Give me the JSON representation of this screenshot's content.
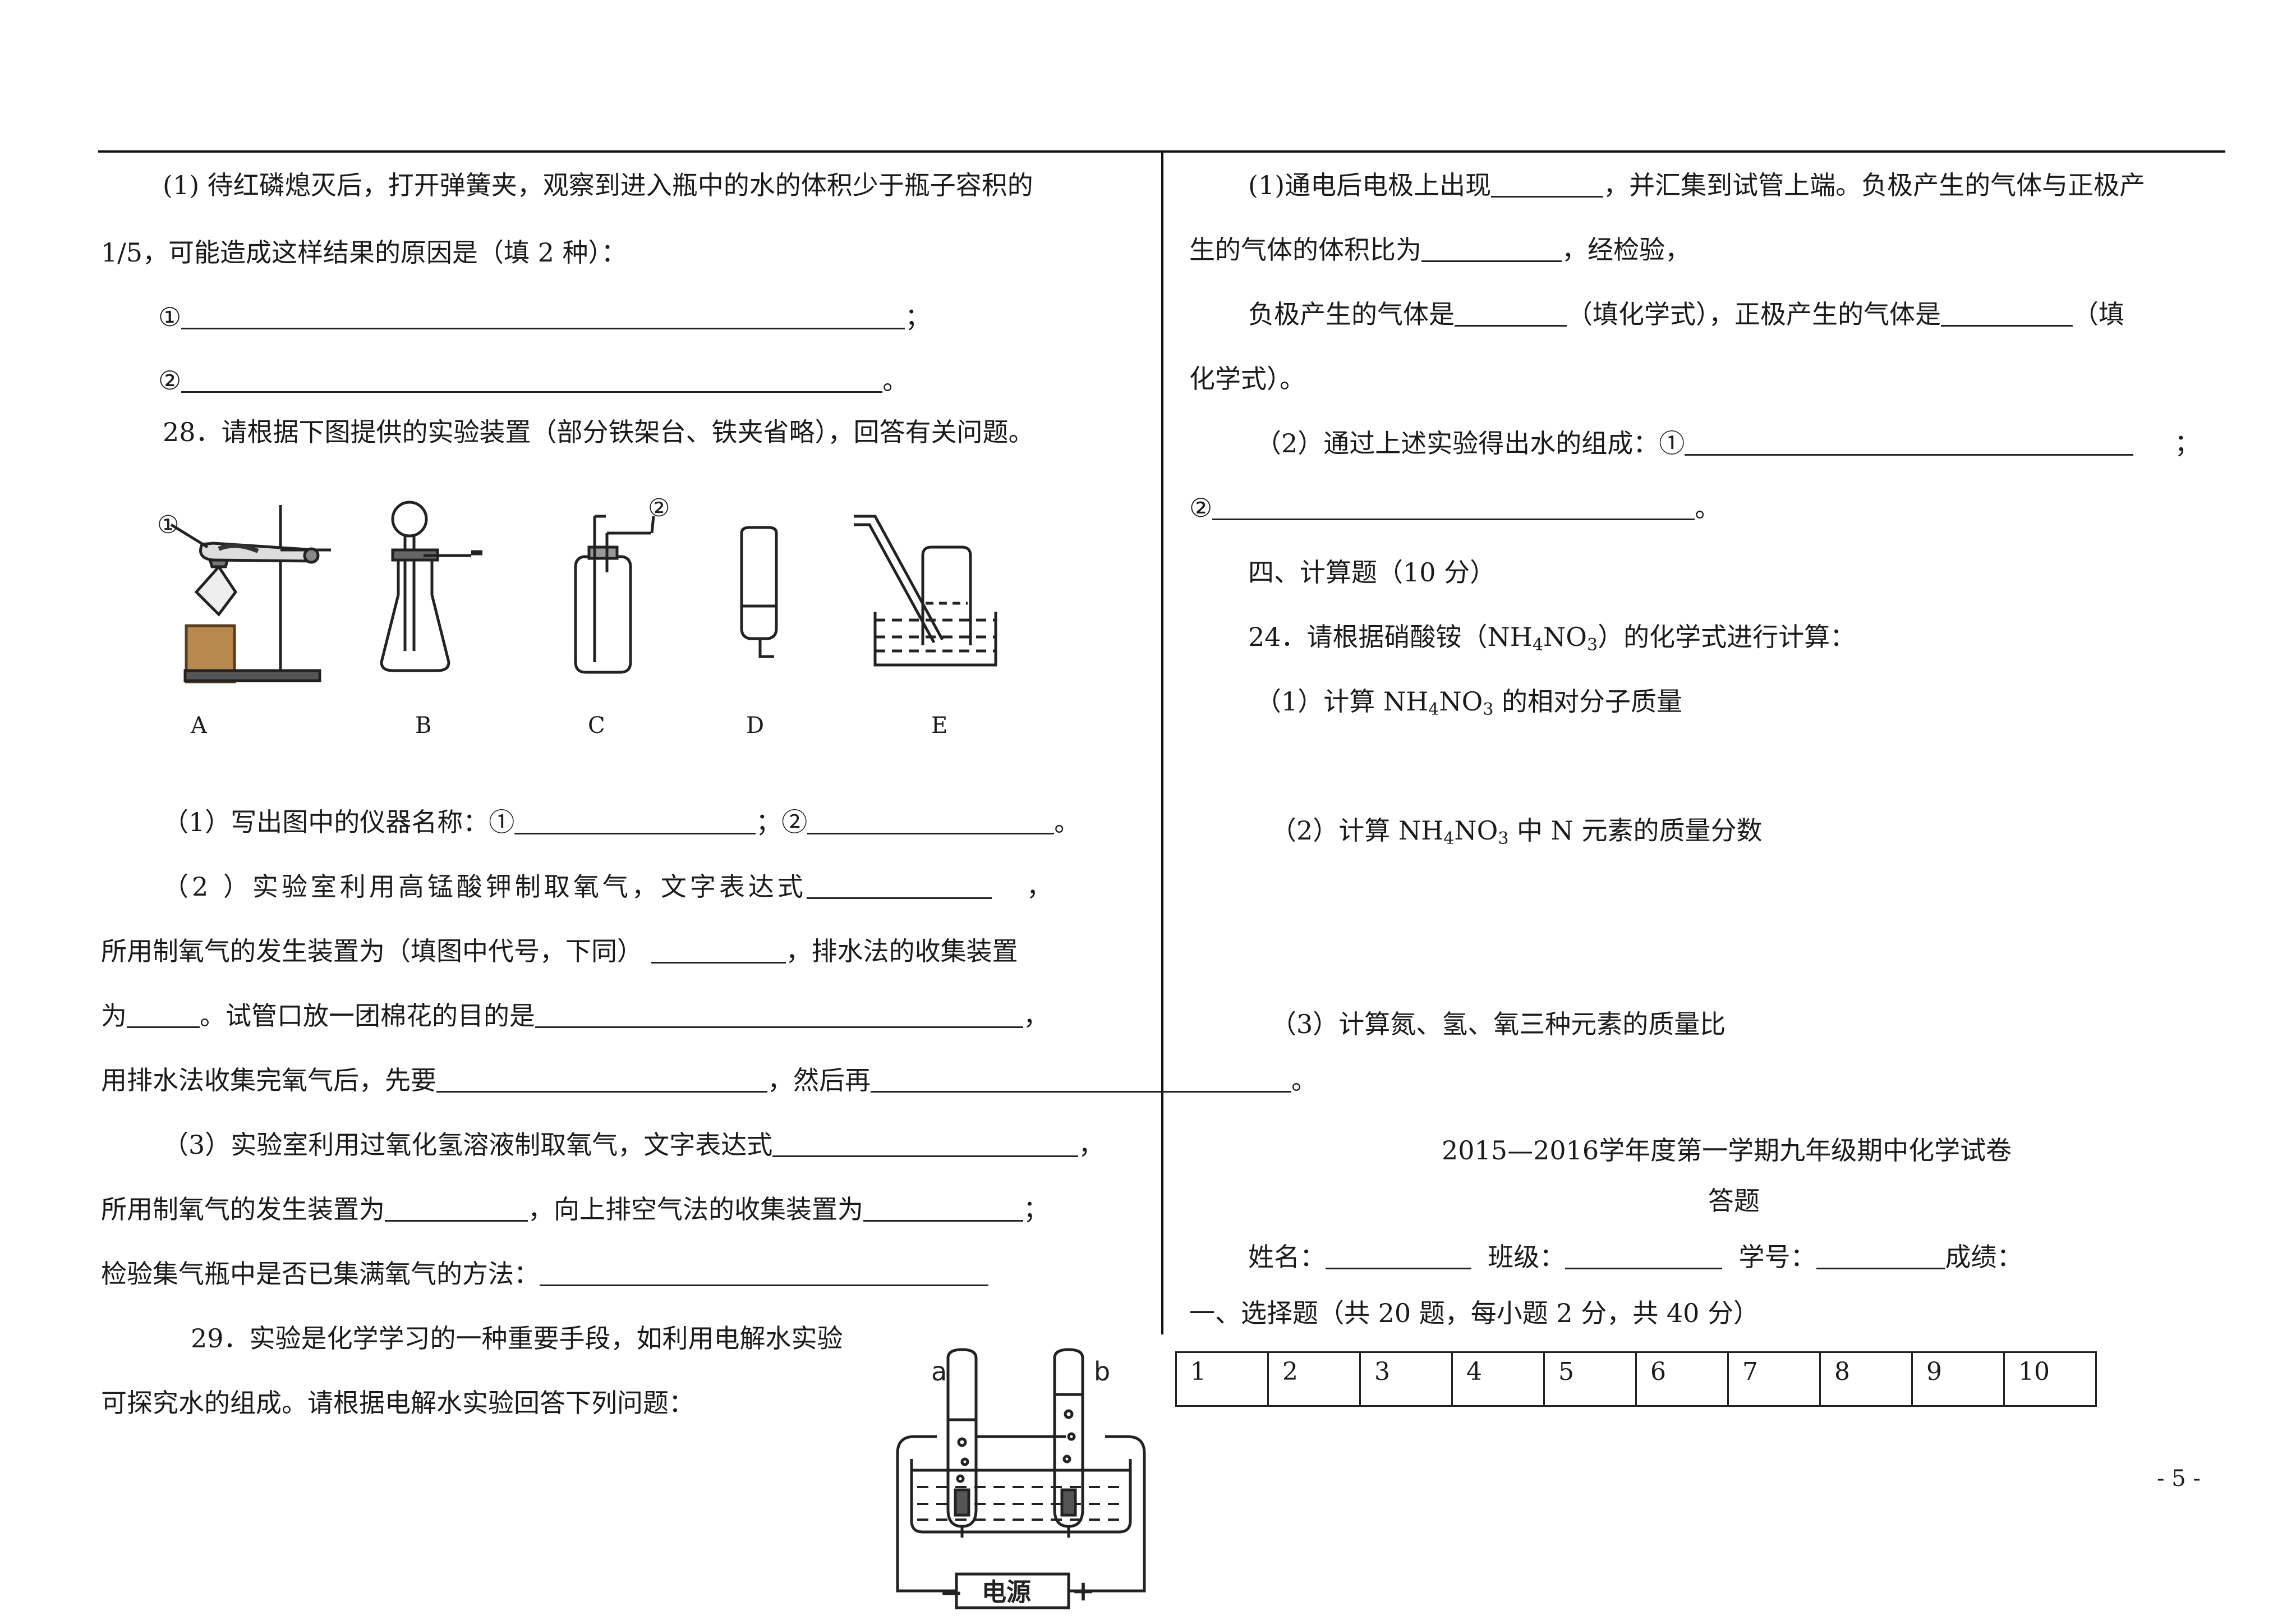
{
  "left": {
    "q27_1_a": "(1)  待红磷熄灭后，打开弹簧夹，观察到进入瓶中的水的体积少于瓶子容积的",
    "q27_1_b": "1/5，可能造成这样结果的原因是（填 2 种）：",
    "q27_r1_mark": "①",
    "q27_r1_end": "；",
    "q27_r2_mark": "②",
    "q27_r2_end": "。",
    "q28_title": "28．请根据下图提供的实验装置（部分铁架台、铁夹省略），回答有关问题。",
    "callout_1": "①",
    "callout_2": "②",
    "apparatus_labels": [
      "A",
      "B",
      "C",
      "D",
      "E"
    ],
    "q28_1_a": "（1）写出图中的仪器名称：①",
    "q28_1_b": "；②",
    "q28_1_c": "。",
    "q28_2_a": "（2 ）实验室利用高锰酸钾制取氧气，文字表达式",
    "q28_2_b": "，",
    "q28_2_c": "所用制氧气的发生装置为（填图中代号，下同）",
    "q28_2_d": "，排水法的收集装置",
    "q28_2_e": "为",
    "q28_2_f": "。试管口放一团棉花的目的是",
    "q28_2_g": "，",
    "q28_2_h": "用排水法收集完氧气后，先要",
    "q28_2_i": "，然后再",
    "q28_2_j": "。",
    "q28_3_a": "（3）实验室利用过氧化氢溶液制取氧气，文字表达式",
    "q28_3_b": "，",
    "q28_3_c": "所用制氧气的发生装置为",
    "q28_3_d": "，向上排空气法的收集装置为",
    "q28_3_e": "；",
    "q28_3_f": "检验集气瓶中是否已集满氧气的方法：",
    "q29_a": "29．实验是化学学习的一种重要手段，如利用电解水实验",
    "q29_b": "可探究水的组成。请根据电解水实验回答下列问题：",
    "electrolysis": {
      "label_a": "a",
      "label_b": "b",
      "power_label": "电源",
      "minus": "−",
      "plus": "+"
    }
  },
  "right": {
    "q29_1_a": "(1)通电后电极上出现",
    "q29_1_b": "，并汇集到试管上端。负极产生的气体与正极产",
    "q29_1_c": "生的气体的体积比为",
    "q29_1_d": "，经检验，",
    "q29_1_e": "负极产生的气体是",
    "q29_1_f": "（填化学式），正极产生的气体是",
    "q29_1_g": "（填",
    "q29_1_h": "化学式）。",
    "q29_2_a": "（2）通过上述实验得出水的组成：①",
    "q29_2_b": "；",
    "q29_2_c": "②",
    "q29_2_d": "。",
    "sec4": "四、计算题（10 分）",
    "q24_pre": "24．请根据硝酸铵（NH",
    "q24_s1": "4",
    "q24_mid": "NO",
    "q24_s2": "3",
    "q24_post": "）的化学式进行计算：",
    "q24_1_pre": "（1）计算 NH",
    "q24_1_s1": "4",
    "q24_1_mid": "NO",
    "q24_1_s2": "3",
    "q24_1_post": " 的相对分子质量",
    "q24_2_pre": "（2）计算 NH",
    "q24_2_s1": "4",
    "q24_2_mid": "NO",
    "q24_2_s2": "3",
    "q24_2_post": " 中 N 元素的质量分数",
    "q24_3": "（3）计算氮、氢、氧三种元素的质量比",
    "exam_title": "2015—2016学年度第一学期九年级期中化学试卷",
    "answer_title": "答题",
    "name_label": "姓名：",
    "class_label": "班级：",
    "id_label": "学号：",
    "score_label": "成绩：",
    "sec1": "一、选择题（共 20 题，每小题 2 分，共 40 分）",
    "answer_numbers": [
      "1",
      "2",
      "3",
      "4",
      "5",
      "6",
      "7",
      "8",
      "9",
      "10"
    ]
  },
  "page_number": "- 5 -"
}
